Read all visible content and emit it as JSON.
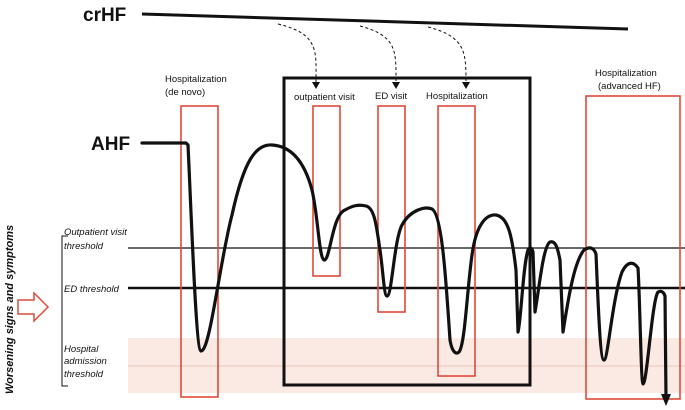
{
  "labels": {
    "crhf": "crHF",
    "ahf": "AHF",
    "hosp_de_novo_line1": "Hospitalization",
    "hosp_de_novo_line2": "(de novo)",
    "outpatient_visit": "outpatient visit",
    "ed_visit": "ED visit",
    "hospitalization": "Hospitalization",
    "hosp_adv_line1": "Hospitalization",
    "hosp_adv_line2": "(advanced HF)",
    "outpatient_threshold_line1": "Outpatient visit",
    "outpatient_threshold_line2": "threshold",
    "ed_threshold": "ED threshold",
    "hosp_threshold_line1": "Hospital",
    "hosp_threshold_line2": "admission",
    "hosp_threshold_line3": "threshold",
    "y_axis": "Worsening signs and symptoms"
  },
  "colors": {
    "red_box": "#e04a3a",
    "shade": "#fbe9e4",
    "curve": "#111111",
    "arrow": "#e04a3a"
  }
}
